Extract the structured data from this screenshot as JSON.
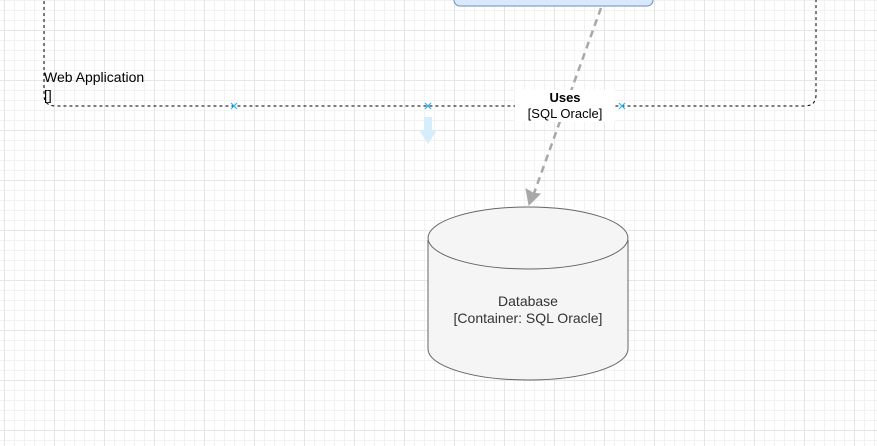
{
  "boundary": {
    "title": "Web Application",
    "technology": "[]"
  },
  "relationship": {
    "label": "Uses",
    "technology": "[SQL Oracle]"
  },
  "database": {
    "name": "Database",
    "type": "[Container: SQL Oracle]"
  },
  "colors": {
    "upper_box_fill": "#dae8fc",
    "upper_box_stroke": "#6c8ebf",
    "edge": "#a8a8a8",
    "db_fill": "#f5f5f5",
    "db_stroke": "#666666",
    "handle": "#29b6f2"
  }
}
